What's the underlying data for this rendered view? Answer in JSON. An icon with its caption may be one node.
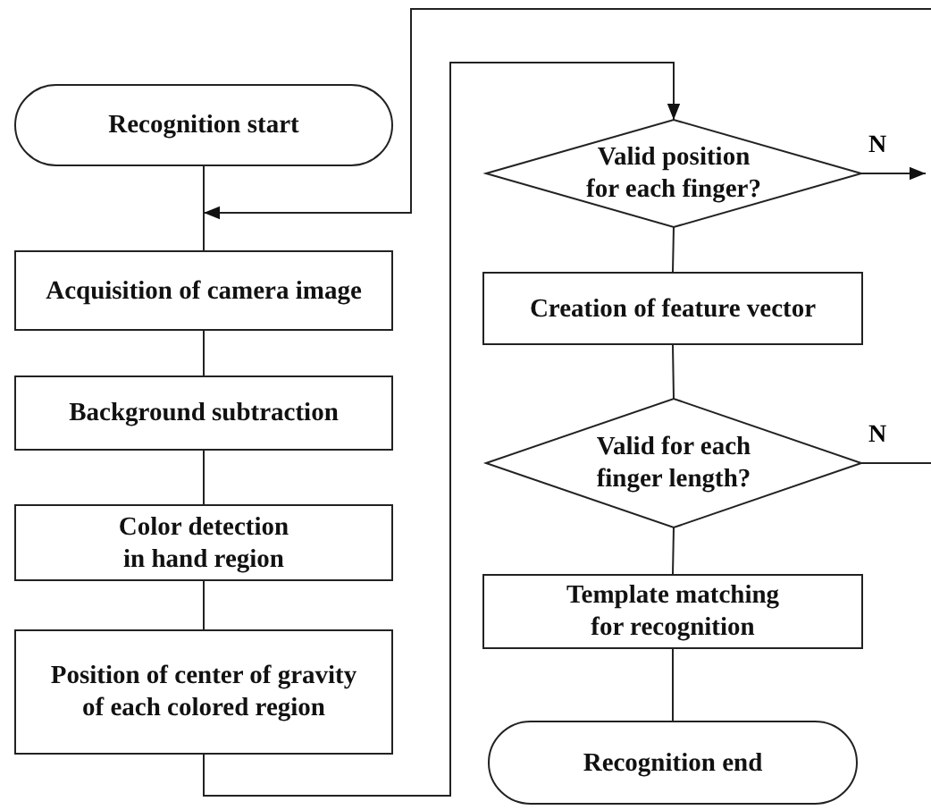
{
  "diagram": {
    "nodes": [
      {
        "text": [
          "Recognition start"
        ]
      },
      {
        "text": [
          "Acquisition of camera image"
        ]
      },
      {
        "text": [
          "Background subtraction"
        ]
      },
      {
        "text": [
          "Color detection in hand region"
        ]
      },
      {
        "text": [
          "Position of center of gravity of each colored region"
        ]
      },
      {
        "text": [
          "Valid position for each finger?"
        ]
      },
      {
        "text": [
          "Creation of feature vector"
        ]
      },
      {
        "text": [
          "Valid for each finger length?"
        ]
      },
      {
        "text": [
          "Template matching for recognition"
        ]
      },
      {
        "text": [
          "Recognition end"
        ]
      }
    ],
    "edges": [
      {
        "from": 0,
        "to": 1,
        "arrow": "none"
      },
      {
        "from": 1,
        "to": 2,
        "arrow": "none"
      },
      {
        "from": 2,
        "to": 3,
        "arrow": "none"
      },
      {
        "from": 3,
        "to": 4,
        "arrow": "none"
      },
      {
        "from": 4,
        "to": 5,
        "arrow": "to"
      },
      {
        "from": 5,
        "to": null,
        "arrow": "to",
        "label": "N"
      },
      {
        "from": 5,
        "to": 6,
        "arrow": "none"
      },
      {
        "from": 6,
        "to": 7,
        "arrow": "none"
      },
      {
        "from": 7,
        "to": 1,
        "arrow": "to",
        "label": "N"
      },
      {
        "from": 7,
        "to": 8,
        "arrow": "none"
      },
      {
        "from": 8,
        "to": 9,
        "arrow": "none"
      }
    ]
  }
}
